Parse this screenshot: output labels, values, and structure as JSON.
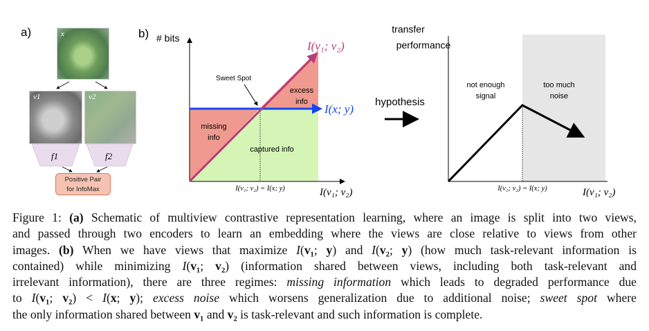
{
  "panel_a": {
    "label": "a)",
    "image_x_label": "x",
    "view1_label": "v1",
    "view2_label": "v2",
    "encoder1_label": "f1",
    "encoder2_label": "f2",
    "positive_pair_line1": "Positive Pair",
    "positive_pair_line2": "for InfoMax"
  },
  "panel_b": {
    "label": "b)",
    "y_axis_label": "# bits",
    "diagonal_label": "I(v₁; v₂)",
    "horizontal_label": "I(x; y)",
    "sweet_spot": "Sweet Spot",
    "excess_line1": "excess",
    "excess_line2": "info",
    "missing_line1": "missing",
    "missing_line2": "info",
    "captured": "captured info",
    "x_tick_label": "I(v₁; v₂) = I(x; y)",
    "x_axis_label": "I(v₁; v₂)",
    "colors": {
      "diagonal": "#b83b7a",
      "horizontal": "#1646f0",
      "red_region": "#f09a8f",
      "green_region": "#d4f5b6"
    }
  },
  "hypothesis": "hypothesis",
  "panel_c": {
    "y_axis_line1": "transfer",
    "y_axis_line2": "performance",
    "left_region_line1": "not enough",
    "left_region_line2": "signal",
    "right_region_line1": "too much",
    "right_region_line2": "noise",
    "x_tick_label": "I(v₁; v₂) = I(x; y)",
    "x_axis_label": "I(v₁; v₂)",
    "colors": {
      "shade": "#e6e6e6"
    }
  },
  "caption": [
    [
      {
        "t": "Figure 1: "
      },
      {
        "t": "(a)",
        "s": "b"
      },
      {
        "t": " Schematic of multiview contrastive representation learning, where an image is split into two views,"
      }
    ],
    [
      {
        "t": "and passed through two encoders to learn an embedding where the views are close relative to views from other"
      }
    ],
    [
      {
        "t": "images. "
      },
      {
        "t": "(b)",
        "s": "b"
      },
      {
        "t": " When we have views that maximize "
      },
      {
        "t": "I",
        "s": "m"
      },
      {
        "t": "("
      },
      {
        "t": "v₁",
        "s": "b"
      },
      {
        "t": "; "
      },
      {
        "t": "y",
        "s": "b"
      },
      {
        "t": ") and "
      },
      {
        "t": "I",
        "s": "m"
      },
      {
        "t": "("
      },
      {
        "t": "v₂",
        "s": "b"
      },
      {
        "t": "; "
      },
      {
        "t": "y",
        "s": "b"
      },
      {
        "t": ") (how much task-relevant information is"
      }
    ],
    [
      {
        "t": "contained) while minimizing "
      },
      {
        "t": "I",
        "s": "m"
      },
      {
        "t": "("
      },
      {
        "t": "v₁",
        "s": "b"
      },
      {
        "t": "; "
      },
      {
        "t": "v₂",
        "s": "b"
      },
      {
        "t": ") (information shared between views, including both task-relevant and"
      }
    ],
    [
      {
        "t": "irrelevant information), there are three regimes: "
      },
      {
        "t": "missing information",
        "s": "i"
      },
      {
        "t": " which leads to degraded performance due"
      }
    ],
    [
      {
        "t": "to "
      },
      {
        "t": "I",
        "s": "m"
      },
      {
        "t": "("
      },
      {
        "t": "v₁",
        "s": "b"
      },
      {
        "t": "; "
      },
      {
        "t": "v₂",
        "s": "b"
      },
      {
        "t": ") < "
      },
      {
        "t": "I",
        "s": "m"
      },
      {
        "t": "("
      },
      {
        "t": "x",
        "s": "b"
      },
      {
        "t": "; "
      },
      {
        "t": "y",
        "s": "b"
      },
      {
        "t": "); "
      },
      {
        "t": "excess noise",
        "s": "i"
      },
      {
        "t": " which worsens generalization due to additional noise; "
      },
      {
        "t": "sweet spot",
        "s": "i"
      },
      {
        "t": " where"
      }
    ],
    [
      {
        "t": "the only information shared between "
      },
      {
        "t": "v₁",
        "s": "b"
      },
      {
        "t": " and "
      },
      {
        "t": "v₂",
        "s": "b"
      },
      {
        "t": " is task-relevant and such information is complete."
      }
    ]
  ]
}
